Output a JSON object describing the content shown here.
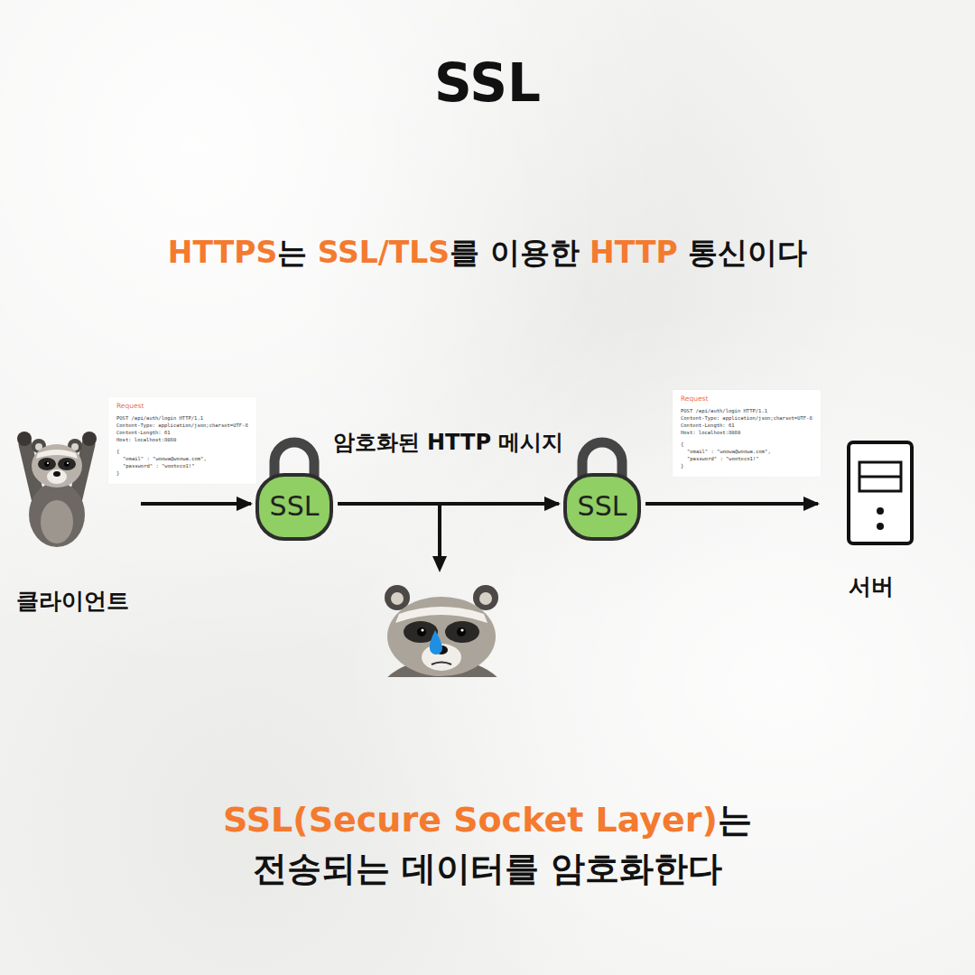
{
  "diagram": {
    "title": "SSL",
    "caption": "SSL(Secure Socket Layer)는 전송되는 데이터를 암호화한다",
    "nodes": [
      {
        "text": [
          "클라이언트"
        ]
      },
      {
        "text": [
          "Request",
          "POST /api/auth/login HTTP/1.1",
          "Content-Type: application/json;charset=UTF-8",
          "Content-Length: 61",
          "Host: localhost:8080",
          "{",
          "\"email\" : \"woowa@woowa.com\",",
          "\"password\" : \"wooteco1!\"",
          "}"
        ]
      },
      {
        "text": [
          "SSL"
        ]
      },
      {
        "text": [
          "SSL"
        ]
      },
      {
        "text": [
          "Request",
          "POST /api/auth/login HTTP/1.1",
          "Content-Type: application/json;charset=UTF-8",
          "Content-Length: 61",
          "Host: localhost:8080",
          "{",
          "\"email\" : \"woowa@woowa.com\",",
          "\"password\" : \"wooteco1!\"",
          "}"
        ]
      },
      {
        "text": [
          "서버"
        ]
      }
    ],
    "edges": [
      {
        "from": 0,
        "to": 2,
        "arrow": "to"
      },
      {
        "from": 2,
        "to": 3,
        "label": "암호화된 HTTP 메시지",
        "arrow": "to"
      },
      {
        "from": 3,
        "to": 5,
        "arrow": "to"
      }
    ],
    "labels": [
      "HTTPS는 SSL/TLS를 이용한 HTTP 통신이다"
    ]
  }
}
